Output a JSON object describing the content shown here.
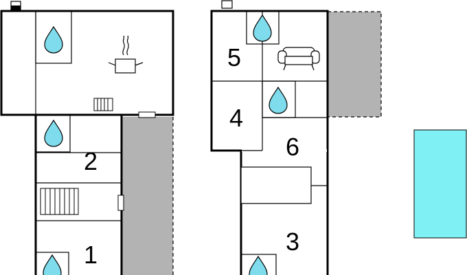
{
  "rooms": [
    {
      "id": "1",
      "label": "1"
    },
    {
      "id": "2",
      "label": "2"
    },
    {
      "id": "3",
      "label": "3"
    },
    {
      "id": "4",
      "label": "4"
    },
    {
      "id": "5",
      "label": "5"
    },
    {
      "id": "6",
      "label": "6"
    }
  ],
  "colors": {
    "water": "#7fdcec",
    "terrace": "#b3b3b3",
    "pool": "#7ff0f4",
    "wall": "#000000"
  },
  "icons": [
    "water-drop-icon",
    "cooking-pot-icon",
    "radiator-icon",
    "stairs-icon",
    "sofa-icon",
    "door-icon",
    "pool"
  ]
}
